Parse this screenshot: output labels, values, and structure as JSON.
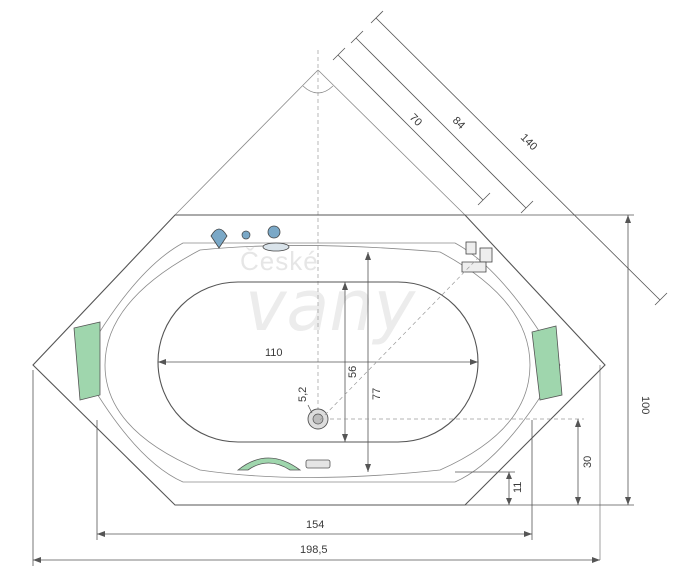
{
  "watermark": {
    "line1": "České",
    "line2": "vany"
  },
  "dimensions": {
    "width_total": "198,5",
    "width_inner": "154",
    "depth_total": "100",
    "drain_offset": "30",
    "rim_offset": "11",
    "basin_length": "110",
    "basin_width": "56",
    "inner_width": "77",
    "drain_diameter": "5,2",
    "diag_70": "70",
    "diag_84": "84",
    "diag_140": "140"
  },
  "colors": {
    "headrest": "#9fd6ad",
    "fitting": "#7aa8c7",
    "outline": "#555555"
  }
}
